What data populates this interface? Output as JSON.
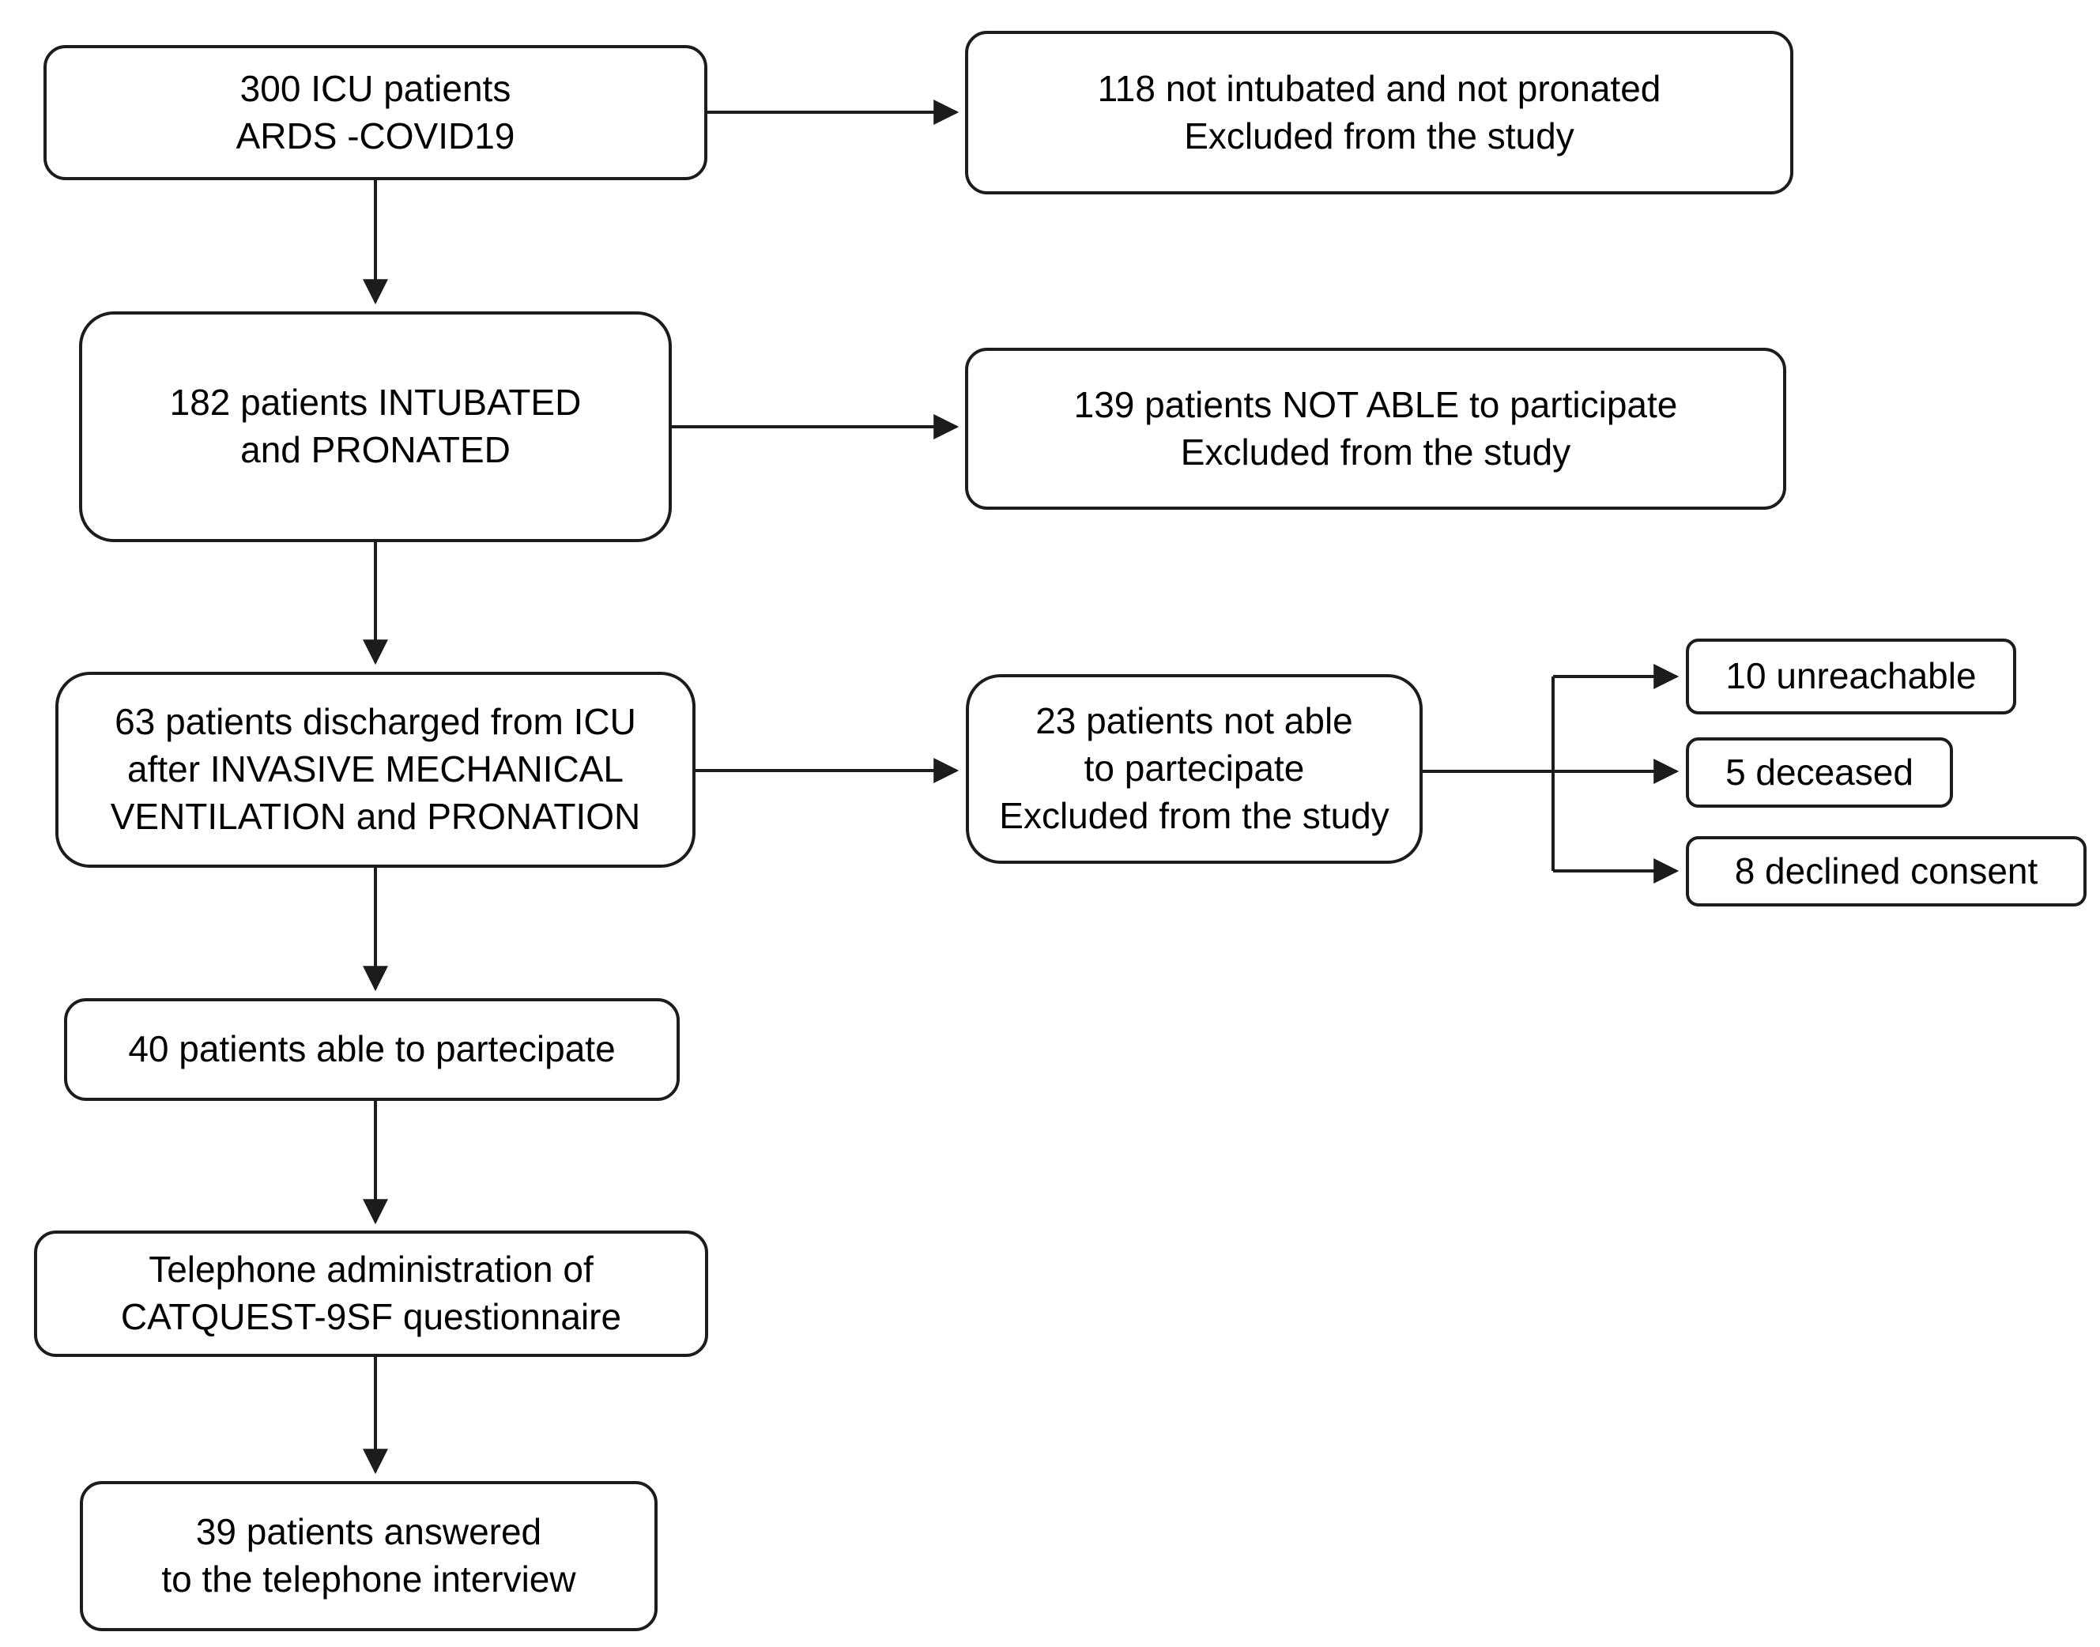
{
  "diagram": {
    "type": "study-flowchart",
    "colors": {
      "background": "#ffffff",
      "box_fill": "#ffffff",
      "box_border": "#1c1c1c",
      "line": "#1c1c1c",
      "text": "#000000"
    },
    "nodes": {
      "icu_patients": {
        "text": "300 ICU patients\nARDS -COVID19"
      },
      "excluded_118": {
        "text": "118 not intubated and not pronated\nExcluded from the study"
      },
      "intubated_182": {
        "text": "182 patients INTUBATED\nand PRONATED"
      },
      "excluded_139": {
        "text": "139 patients NOT ABLE to participate\nExcluded from the study"
      },
      "discharged_63": {
        "text": "63 patients discharged from ICU\nafter INVASIVE MECHANICAL\nVENTILATION and PRONATION"
      },
      "excluded_23": {
        "text": "23 patients not able\nto partecipate\nExcluded from the study"
      },
      "unreachable_10": {
        "text": "10 unreachable"
      },
      "deceased_5": {
        "text": "5 deceased"
      },
      "declined_8": {
        "text": "8 declined consent"
      },
      "able_40": {
        "text": "40 patients able to partecipate"
      },
      "telephone_admin": {
        "text": "Telephone administration of\nCATQUEST-9SF questionnaire"
      },
      "answered_39": {
        "text": "39 patients answered\nto the telephone interview"
      }
    },
    "edges": [
      {
        "from": "icu_patients",
        "to": "excluded_118"
      },
      {
        "from": "icu_patients",
        "to": "intubated_182"
      },
      {
        "from": "intubated_182",
        "to": "excluded_139"
      },
      {
        "from": "intubated_182",
        "to": "discharged_63"
      },
      {
        "from": "discharged_63",
        "to": "excluded_23"
      },
      {
        "from": "discharged_63",
        "to": "able_40"
      },
      {
        "from": "excluded_23",
        "to": "unreachable_10"
      },
      {
        "from": "excluded_23",
        "to": "deceased_5"
      },
      {
        "from": "excluded_23",
        "to": "declined_8"
      },
      {
        "from": "able_40",
        "to": "telephone_admin"
      },
      {
        "from": "telephone_admin",
        "to": "answered_39"
      }
    ]
  }
}
